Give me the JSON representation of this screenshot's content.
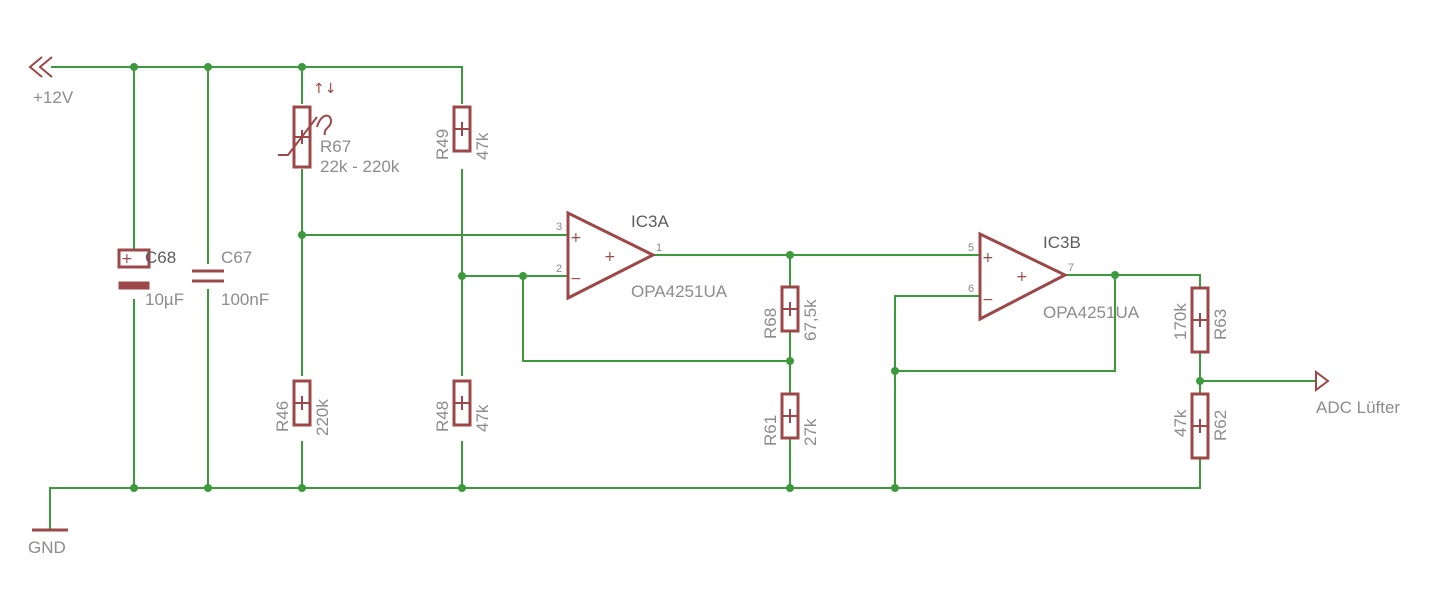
{
  "nets": {
    "supply": "+12V",
    "ground": "GND",
    "output": "ADC Lüfter"
  },
  "components": {
    "C68": {
      "name": "C68",
      "value": "10µF"
    },
    "C67": {
      "name": "C67",
      "value": "100nF"
    },
    "R67": {
      "name": "R67",
      "value": "22k - 220k"
    },
    "R49": {
      "name": "R49",
      "value": "47k"
    },
    "R46": {
      "name": "R46",
      "value": "220k"
    },
    "R48": {
      "name": "R48",
      "value": "47k"
    },
    "R68": {
      "name": "R68",
      "value": "67,5k"
    },
    "R61": {
      "name": "R61",
      "value": "27k"
    },
    "R63": {
      "name": "R63",
      "value": "170k"
    },
    "R62": {
      "name": "R62",
      "value": "47k"
    },
    "IC3A": {
      "name": "IC3A",
      "value": "OPA4251UA",
      "pins": {
        "in_plus": "3",
        "in_minus": "2",
        "out": "1"
      }
    },
    "IC3B": {
      "name": "IC3B",
      "value": "OPA4251UA",
      "pins": {
        "in_plus": "5",
        "in_minus": "6",
        "out": "7"
      }
    }
  },
  "symbols": {
    "plus": "+",
    "minus": "−",
    "ntc_arrows": "↑↓"
  },
  "colors": {
    "wire": "#3c9a3c",
    "component": "#9c4848",
    "label": "#8c8c8c"
  }
}
